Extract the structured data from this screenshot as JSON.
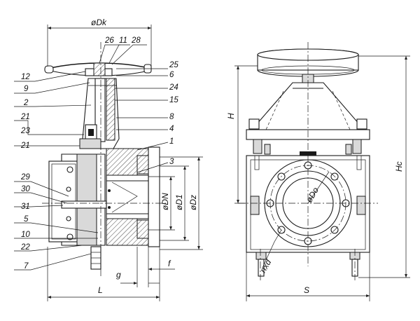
{
  "callouts": {
    "c12": "12",
    "c9": "9",
    "c2": "2",
    "c21a": "21",
    "c23": "23",
    "c21b": "21",
    "c29": "29",
    "c30": "30",
    "c31": "31",
    "c5": "5",
    "c10": "10",
    "c22": "22",
    "c7": "7",
    "c26": "26",
    "c11": "11",
    "c28": "28",
    "c25": "25",
    "c6": "6",
    "c24": "24",
    "c15": "15",
    "c8": "8",
    "c4": "4",
    "c1": "1",
    "c3": "3"
  },
  "dims": {
    "dk": "øDk",
    "dn": "øDN",
    "d1": "øD1",
    "dz": "øDz",
    "g": "g",
    "f": "f",
    "L": "L",
    "H": "H",
    "Hc": "Hc",
    "S": "S",
    "do": "øDo",
    "nxd": "nxd"
  }
}
